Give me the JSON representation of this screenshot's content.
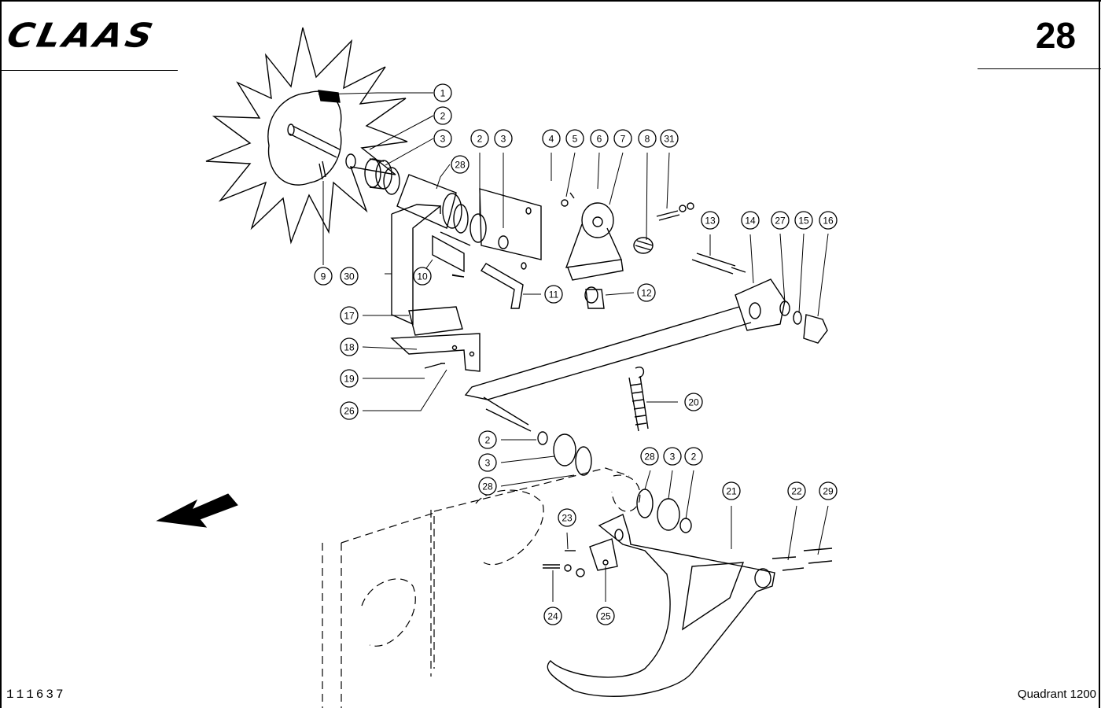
{
  "header": {
    "brand": "CLAAS",
    "page_number": "28"
  },
  "footer": {
    "drawing_number": "111637",
    "model": "Quadrant 1200"
  },
  "callouts": [
    "1",
    "2",
    "3",
    "2",
    "3",
    "28",
    "9",
    "30",
    "10",
    "17",
    "18",
    "19",
    "26",
    "4",
    "5",
    "6",
    "7",
    "8",
    "31",
    "12",
    "11",
    "13",
    "14",
    "27",
    "15",
    "16",
    "20",
    "2",
    "3",
    "28",
    "28",
    "3",
    "2",
    "21",
    "22",
    "29",
    "23",
    "24",
    "25"
  ],
  "icons": [
    "direction-arrow-icon"
  ]
}
